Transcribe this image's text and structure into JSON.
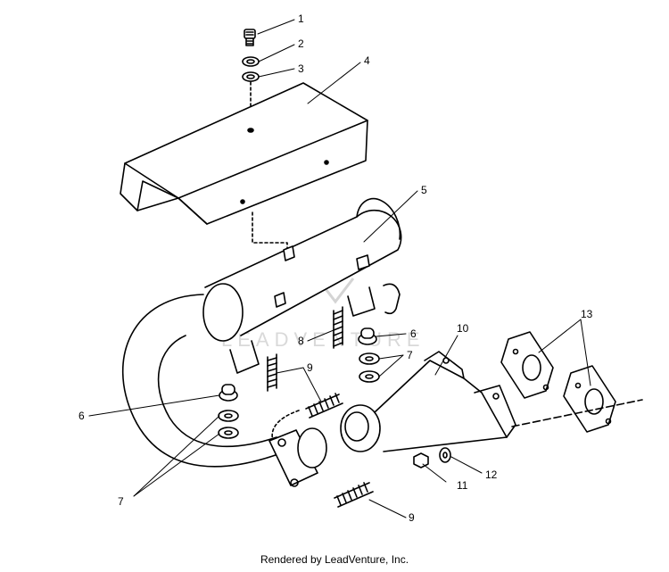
{
  "callouts": {
    "c1": "1",
    "c2": "2",
    "c3": "3",
    "c4": "4",
    "c5": "5",
    "c6a": "6",
    "c6b": "6",
    "c7a": "7",
    "c7b": "7",
    "c8": "8",
    "c9a": "9",
    "c9b": "9",
    "c10": "10",
    "c11": "11",
    "c12": "12",
    "c13": "13"
  },
  "watermark": "LEADVENTURE",
  "footer": "Rendered by LeadVenture, Inc.",
  "colors": {
    "line": "#000000",
    "watermark": "#d9d9d9",
    "background": "#ffffff"
  }
}
